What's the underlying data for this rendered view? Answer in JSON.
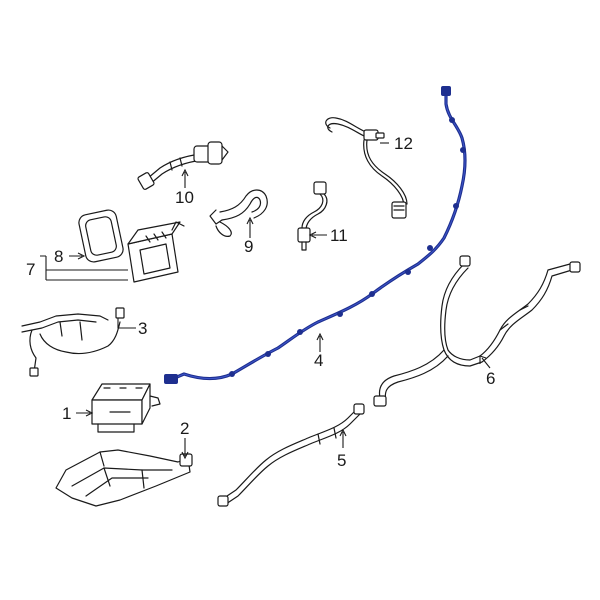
{
  "callouts": {
    "c1": "1",
    "c2": "2",
    "c3": "3",
    "c4": "4",
    "c5": "5",
    "c6": "6",
    "c7": "7",
    "c8": "8",
    "c9": "9",
    "c10": "10",
    "c11": "11",
    "c12": "12"
  },
  "colors": {
    "highlight": "#1e2f8f",
    "line": "#1a1a1a",
    "background": "#ffffff"
  }
}
